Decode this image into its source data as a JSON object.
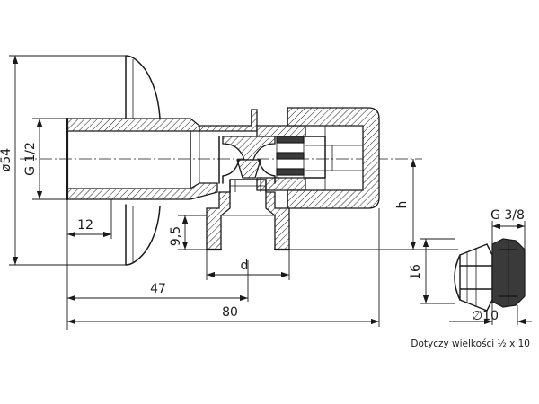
{
  "dimensions": {
    "dia_54": "ø54",
    "thread_g12": "G 1/2",
    "len_12": "12",
    "len_47": "47",
    "len_80": "80",
    "len_9_5": "9,5",
    "d": "d",
    "h": "h",
    "thread_g38": "G 3/8",
    "len_16": "16",
    "dia_10": "∅10"
  },
  "note": "Dotyczy wielkości ½ x 10",
  "colors": {
    "line": "#1a1a1a",
    "background": "#ffffff"
  }
}
